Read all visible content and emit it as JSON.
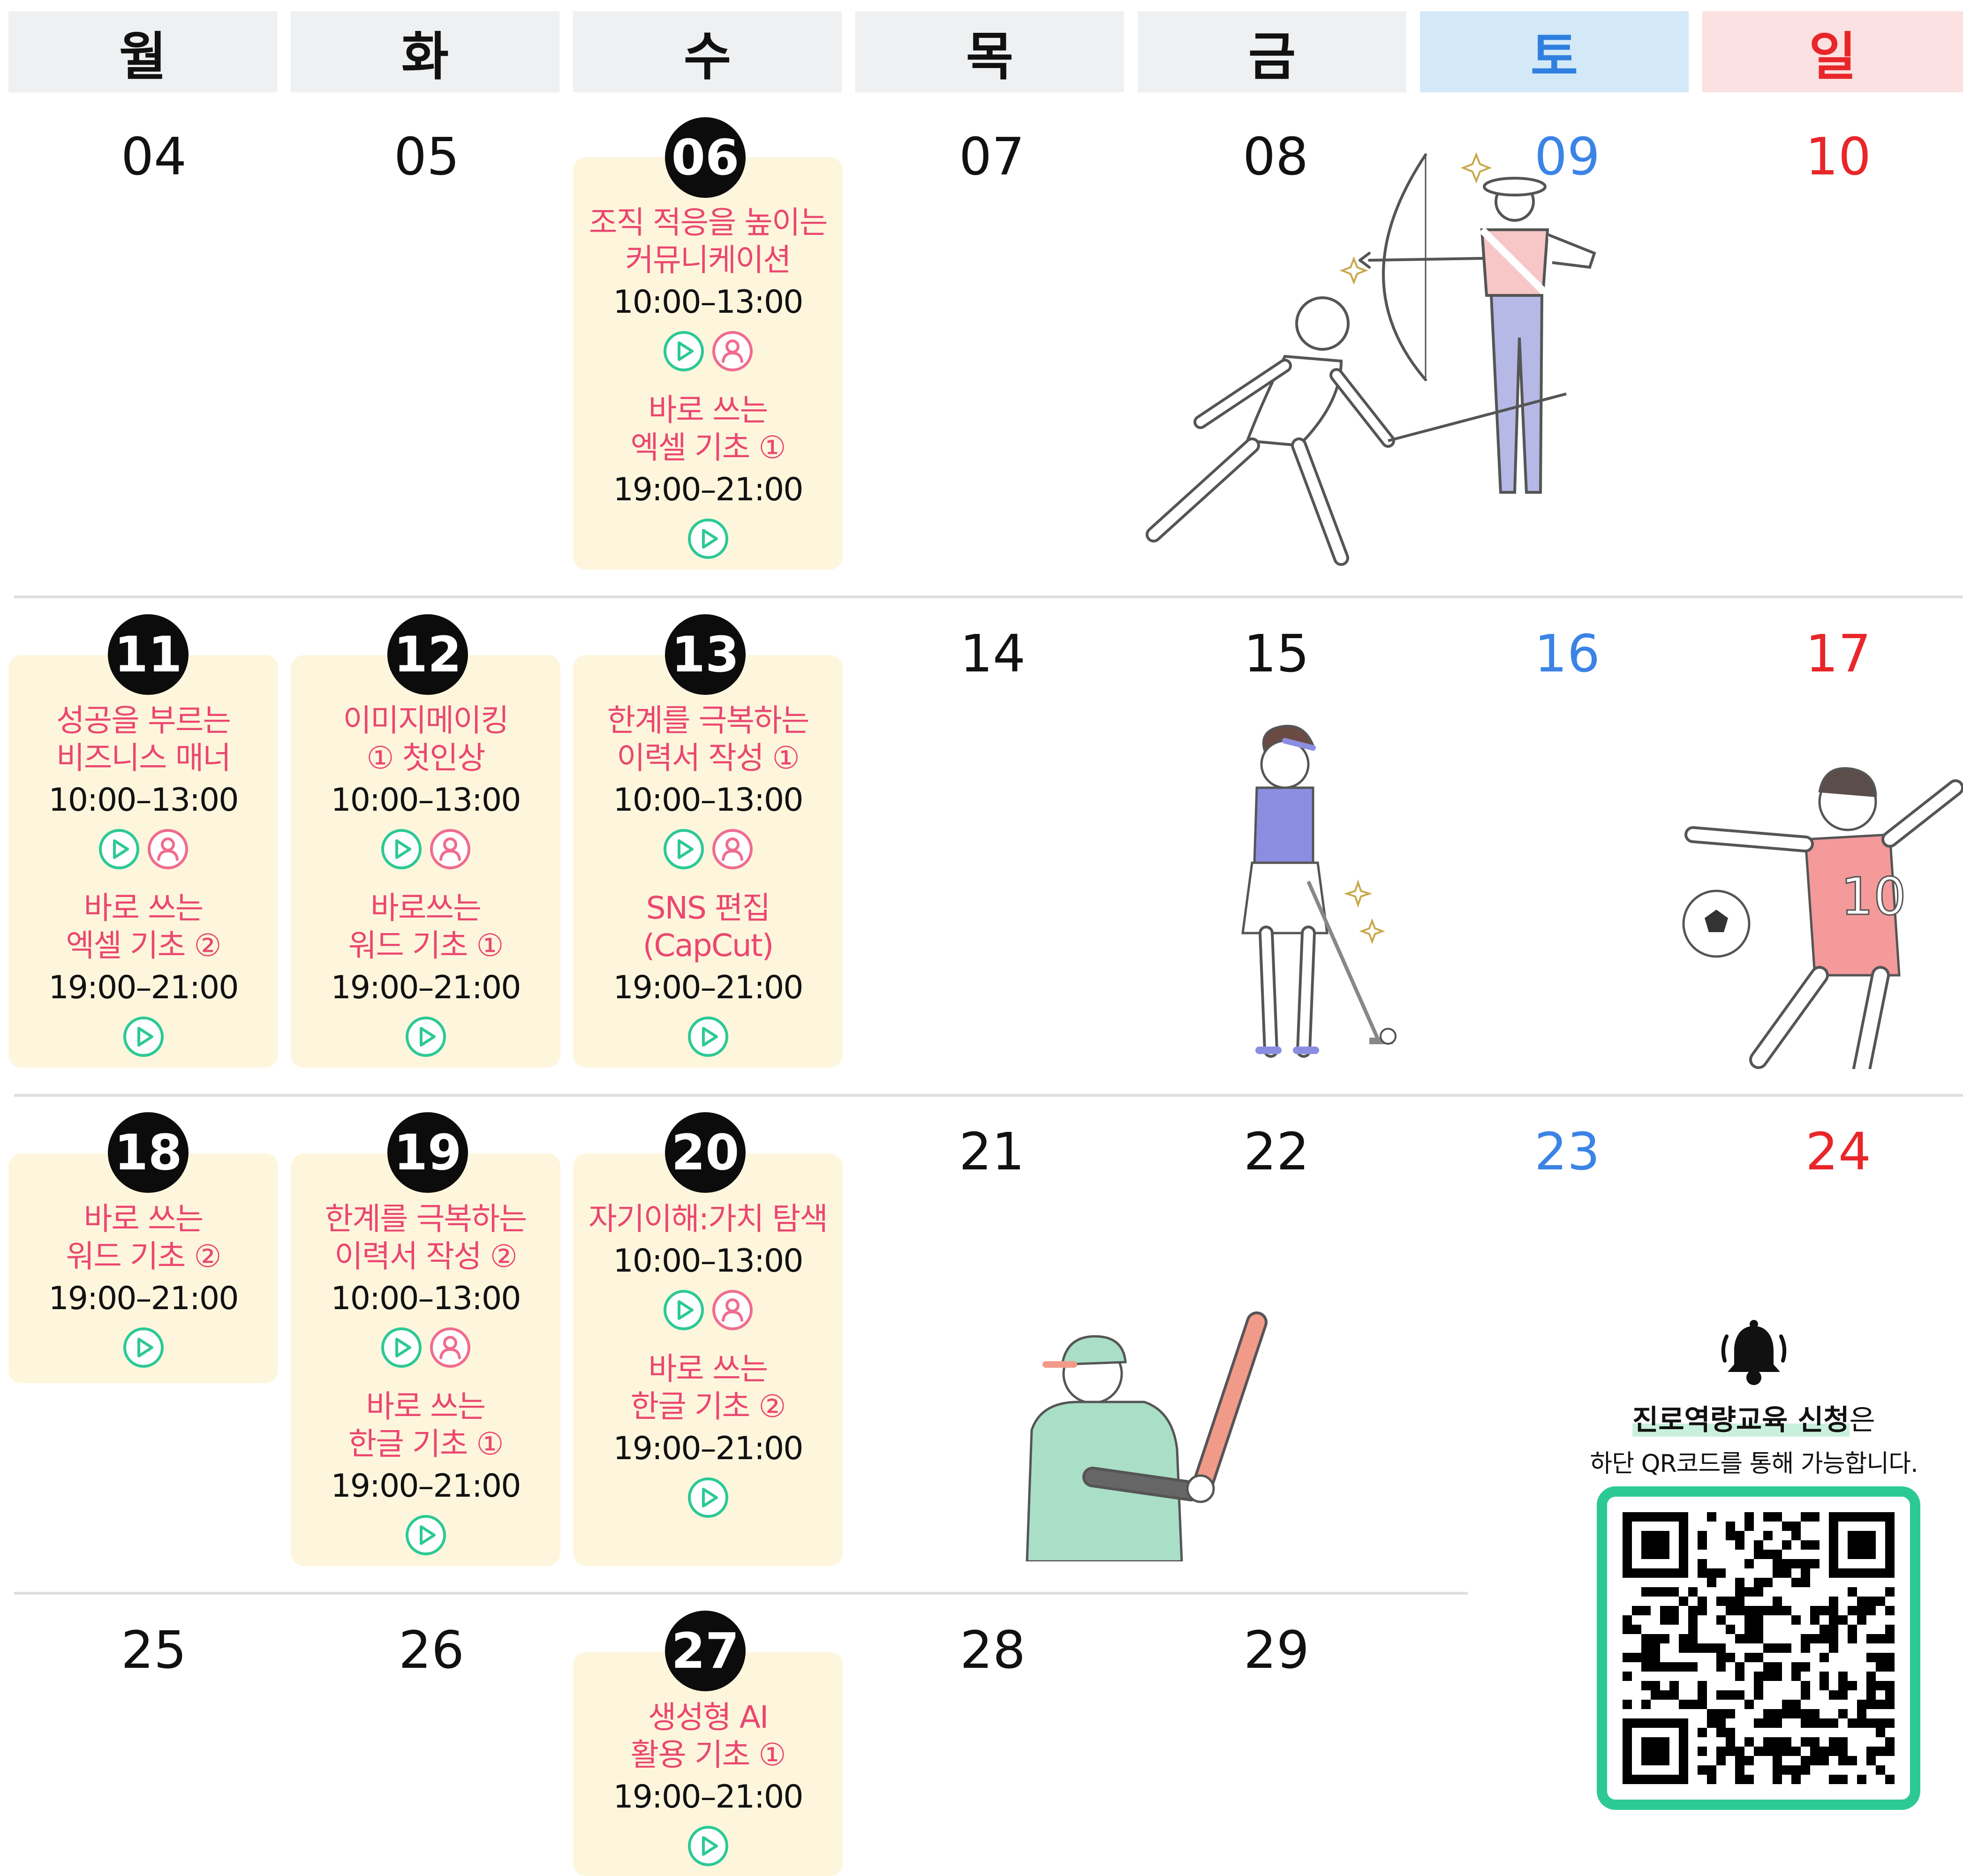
{
  "weekdays": [
    "월",
    "화",
    "수",
    "목",
    "금",
    "토",
    "일"
  ],
  "weeks": [
    {
      "days": [
        "04",
        "05",
        "06",
        "07",
        "08",
        "09",
        "10"
      ]
    },
    {
      "days": [
        "11",
        "12",
        "13",
        "14",
        "15",
        "16",
        "17"
      ]
    },
    {
      "days": [
        "18",
        "19",
        "20",
        "21",
        "22",
        "23",
        "24"
      ]
    },
    {
      "days": [
        "25",
        "26",
        "27",
        "28",
        "29"
      ]
    }
  ],
  "cards": {
    "d06": [
      {
        "title": "조직 적응을 높이는\n커뮤니케이션",
        "time": "10:00–13:00",
        "icons": [
          "online-play",
          "offline-person"
        ]
      },
      {
        "title": "바로 쓰는\n엑셀 기초 ①",
        "time": "19:00–21:00",
        "icons": [
          "online-play"
        ]
      }
    ],
    "d11": [
      {
        "title": "성공을 부르는\n비즈니스 매너",
        "time": "10:00–13:00",
        "icons": [
          "online-play",
          "offline-person"
        ]
      },
      {
        "title": "바로 쓰는\n엑셀 기초 ②",
        "time": "19:00–21:00",
        "icons": [
          "online-play"
        ]
      }
    ],
    "d12": [
      {
        "title": "이미지메이킹\n① 첫인상",
        "time": "10:00–13:00",
        "icons": [
          "online-play",
          "offline-person"
        ]
      },
      {
        "title": "바로쓰는\n워드 기초 ①",
        "time": "19:00–21:00",
        "icons": [
          "online-play"
        ]
      }
    ],
    "d13": [
      {
        "title": "한계를 극복하는\n이력서 작성 ①",
        "time": "10:00–13:00",
        "icons": [
          "online-play",
          "offline-person"
        ]
      },
      {
        "title": "SNS 편집\n(CapCut)",
        "time": "19:00–21:00",
        "icons": [
          "online-play"
        ]
      }
    ],
    "d18": [
      {
        "title": "바로 쓰는\n워드 기초 ②",
        "time": "19:00–21:00",
        "icons": [
          "online-play"
        ]
      }
    ],
    "d19": [
      {
        "title": "한계를 극복하는\n이력서 작성 ②",
        "time": "10:00–13:00",
        "icons": [
          "online-play",
          "offline-person"
        ]
      },
      {
        "title": "바로 쓰는\n한글 기초 ①",
        "time": "19:00–21:00",
        "icons": [
          "online-play"
        ]
      }
    ],
    "d20": [
      {
        "title": "자기이해:가치 탐색",
        "time": "10:00–13:00",
        "icons": [
          "online-play",
          "offline-person"
        ]
      },
      {
        "title": "바로 쓰는\n한글 기초 ②",
        "time": "19:00–21:00",
        "icons": [
          "online-play"
        ]
      }
    ],
    "d27": [
      {
        "title": "생성형 AI\n활용 기초 ①",
        "time": "19:00–21:00",
        "icons": [
          "online-play"
        ]
      }
    ]
  },
  "notice": {
    "highlight": "진로역량교육 신청",
    "suffix": "은",
    "line2": "하단 QR코드를 통해 가능합니다.",
    "icon": "bell-icon"
  },
  "jersey_number": "10",
  "colors": {
    "event_title": "#eb4770",
    "card_bg": "#fdf6dd",
    "saturday": "#3b83e6",
    "sunday": "#e8262a",
    "online_icon": "#2cc995",
    "offline_icon": "#f06c8f",
    "qr_border": "#2cc995"
  }
}
